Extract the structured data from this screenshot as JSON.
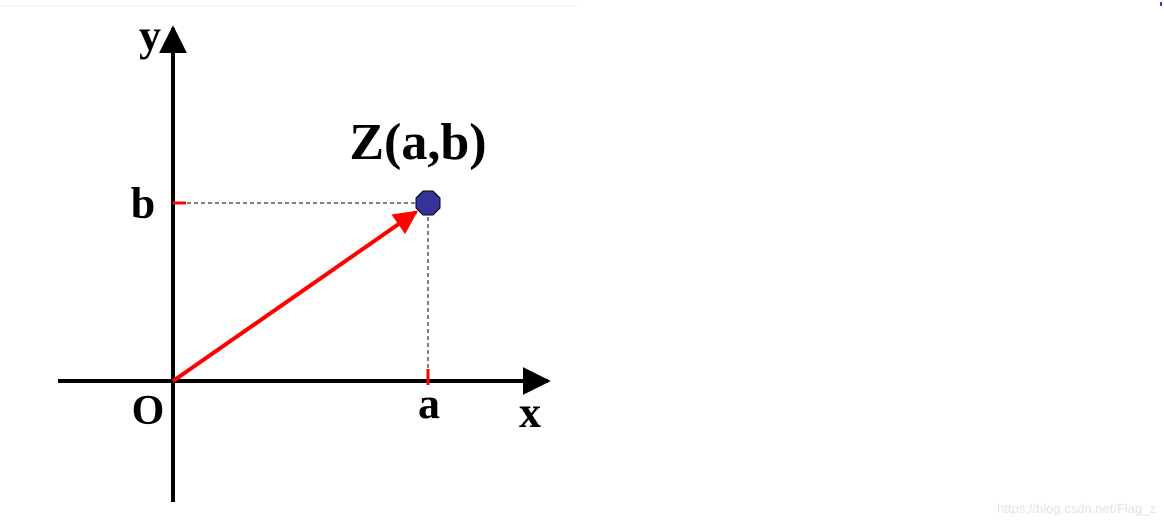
{
  "labels": {
    "y_axis": "y",
    "x_axis": "x",
    "origin": "O",
    "point": "Z(a,b)",
    "b_tick": "b",
    "a_tick": "a"
  },
  "watermark": "https://blog.csdn.net/Flag_z",
  "colors": {
    "axis": "#000000",
    "vector": "#ff0000",
    "point_fill": "#333399",
    "guide_line": "#000000",
    "tick_mark": "#ff0000"
  }
}
